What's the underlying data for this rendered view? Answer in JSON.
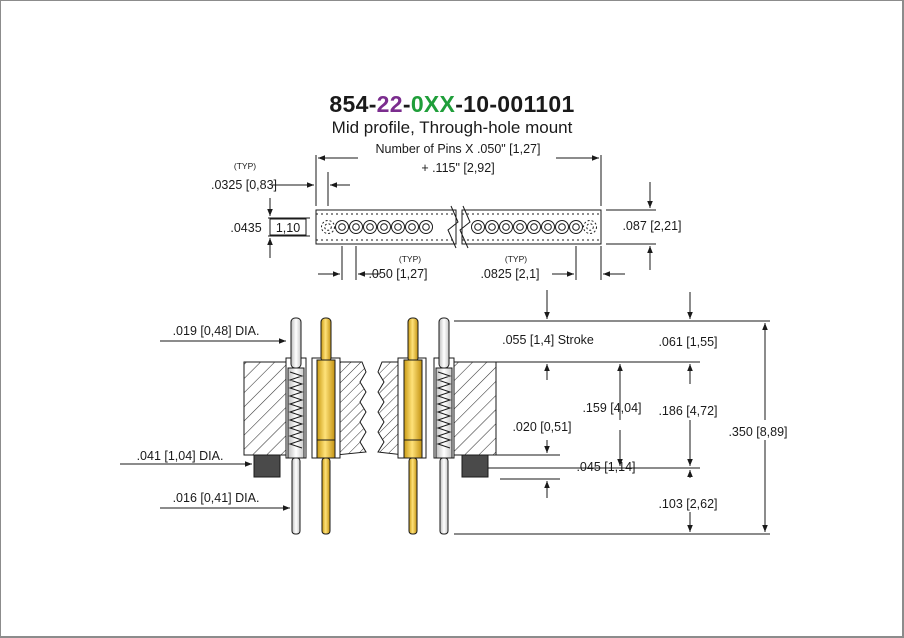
{
  "part_number": {
    "p1": "854-",
    "p2": "22",
    "p3": "-",
    "p4": "0XX",
    "p5": "-10-001101",
    "colors": {
      "base": "#1a1a1a",
      "plating": "#7b2d8e",
      "pins": "#1f9e3a"
    }
  },
  "subtitle": "Mid profile, Through-hole mount",
  "dims": {
    "pins_line1": "Number of Pins X .050\" [1,27]",
    "pins_line2": "+ .115\" [2,92]",
    "typ": "(TYP)",
    "d0325": ".0325 [0,83]",
    "d0435a": ".0435",
    "d0435b": "1,10",
    "d087": ".087 [2,21]",
    "d050": ".050 [1,27]",
    "d0825": ".0825 [2,1]",
    "d019": ".019 [0,48] DIA.",
    "d041": ".041 [1,04] DIA.",
    "d016": ".016 [0,41] DIA.",
    "stroke": ".055 [1,4] Stroke",
    "d061": ".061 [1,55]",
    "d159": ".159 [4,04]",
    "d186": ".186 [4,72]",
    "d350": ".350 [8,89]",
    "d020": ".020 [0,51]",
    "d045": ".045 [1,14]",
    "d103": ".103 [2,62]"
  }
}
